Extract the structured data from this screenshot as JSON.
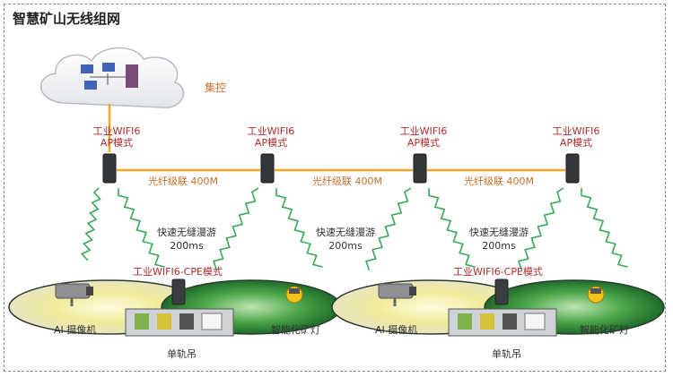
{
  "title": "智慧矿山无线组网",
  "center_label": "集控",
  "ap": [
    {
      "line1": "工业WIFI6",
      "line2": "AP模式"
    },
    {
      "line1": "工业WIFI6",
      "line2": "AP模式"
    },
    {
      "line1": "工业WIFI6",
      "line2": "AP模式"
    },
    {
      "line1": "工业WIFI6",
      "line2": "AP模式"
    }
  ],
  "fiber": [
    "光纤级联 400M",
    "光纤级联 400M",
    "光纤级联 400M"
  ],
  "roam": [
    {
      "line1": "快速无缝漫游",
      "line2": "200ms"
    },
    {
      "line1": "快速无缝漫游",
      "line2": "200ms"
    },
    {
      "line1": "快速无缝漫游",
      "line2": "200ms"
    }
  ],
  "cpe": [
    "工业WIFI6-CPE模式",
    "工业WIFI6-CPE模式"
  ],
  "camera": [
    "AI 摄像机",
    "AI 摄像机"
  ],
  "lamp": [
    "智能化矿灯",
    "智能化矿灯"
  ],
  "monorail": [
    "单轨吊",
    "单轨吊"
  ],
  "colors": {
    "fiber": "#f5a623",
    "signal": "#3aa85a",
    "ap_text": "#b22a2a",
    "fiber_text": "#c8702a",
    "coverage_green": "#2f8a3a",
    "coverage_yellow": "#f4f0a0"
  }
}
